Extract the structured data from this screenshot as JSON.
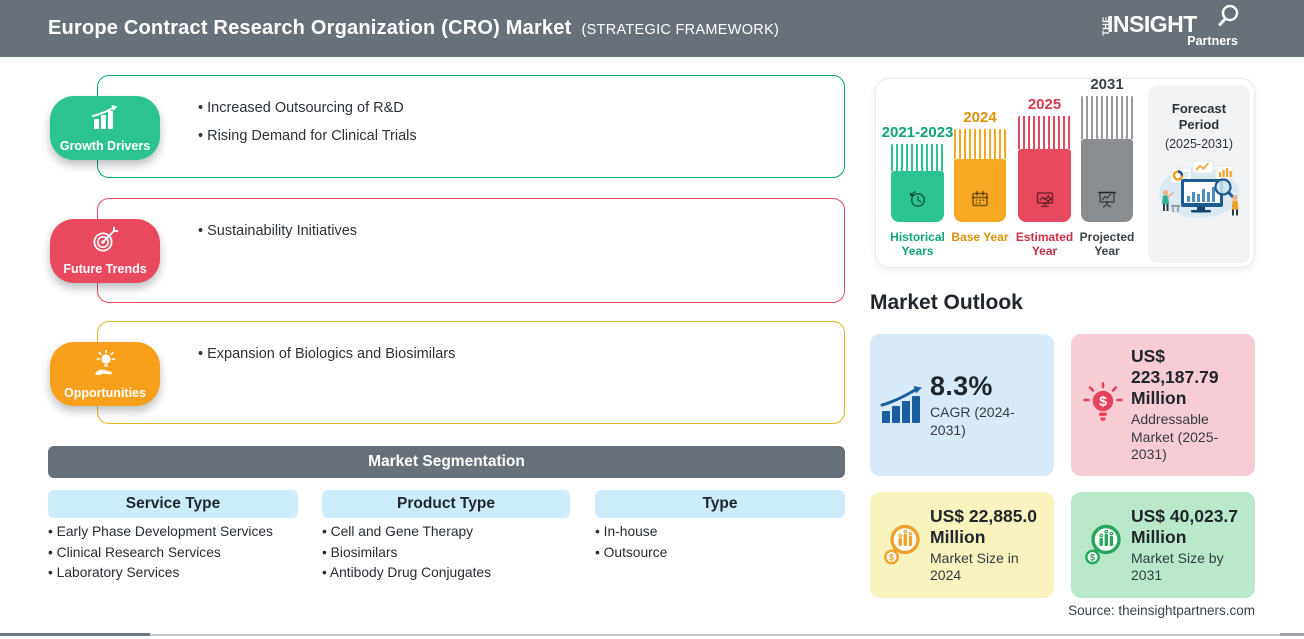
{
  "header": {
    "title": "Europe Contract Research Organization (CRO) Market",
    "subtitle": "(STRATEGIC FRAMEWORK)",
    "logo": {
      "the": "The",
      "insight": "INSIGHT",
      "partners": "Partners"
    }
  },
  "framework": {
    "sections": [
      {
        "label": "Growth Drivers",
        "icon": "growth-chart-icon",
        "accent": "#2cc392",
        "border": "#00a77d",
        "items": [
          "Increased Outsourcing of R&D",
          "Rising Demand for Clinical Trials"
        ]
      },
      {
        "label": "Future Trends",
        "icon": "target-icon",
        "accent": "#e8495f",
        "border": "#e8495f",
        "items": [
          "Sustainability Initiatives"
        ]
      },
      {
        "label": "Opportunities",
        "icon": "bulb-hand-icon",
        "accent": "#f8a01b",
        "border": "#e9b422",
        "items": [
          "Expansion of Biologics and Biosimilars"
        ]
      }
    ]
  },
  "segmentation": {
    "title": "Market Segmentation",
    "columns": [
      {
        "header": "Service Type",
        "items": [
          "Early Phase Development Services",
          "Clinical Research Services",
          "Laboratory Services"
        ]
      },
      {
        "header": "Product Type",
        "items": [
          "Cell and Gene Therapy",
          "Biosimilars",
          "Antibody Drug Conjugates"
        ]
      },
      {
        "header": "Type",
        "items": [
          "In-house",
          "Outsource"
        ]
      }
    ]
  },
  "timeline": {
    "bars": [
      {
        "year": "2021-2023",
        "label": "Historical Years",
        "color": "#2bc392",
        "icon": "clock-history-icon"
      },
      {
        "year": "2024",
        "label": "Base Year",
        "color": "#f7a823",
        "icon": "calendar-icon"
      },
      {
        "year": "2025",
        "label": "Estimated Year",
        "color": "#e8495f",
        "icon": "monitor-analytics-icon"
      },
      {
        "year": "2031",
        "label": "Projected Year",
        "color": "#8a8d90",
        "icon": "projection-screen-icon"
      }
    ],
    "forecast": {
      "title": "Forecast Period",
      "range": "(2025-2031)"
    }
  },
  "outlook": {
    "title": "Market Outlook",
    "cards": [
      {
        "value": "8.3%",
        "caption": "CAGR (2024-2031)",
        "bg": "#d8eaf7",
        "accent": "#1b5e9e",
        "icon": "growth-bars-icon"
      },
      {
        "value": "US$ 223,187.79 Million",
        "caption": "Addressable Market (2025-2031)",
        "bg": "#f7ccd5",
        "accent": "#e8415b",
        "icon": "bulb-dollar-icon"
      },
      {
        "value": "US$ 22,885.0 Million",
        "caption": "Market Size in 2024",
        "bg": "#f9f3bd",
        "accent": "#f0a12c",
        "icon": "magnifier-chart-icon"
      },
      {
        "value": "US$ 40,023.7 Million",
        "caption": "Market Size by 2031",
        "bg": "#b9e9ca",
        "accent": "#27a65b",
        "icon": "magnifier-chart-icon"
      }
    ]
  },
  "source": "Source: theinsightpartners.com"
}
